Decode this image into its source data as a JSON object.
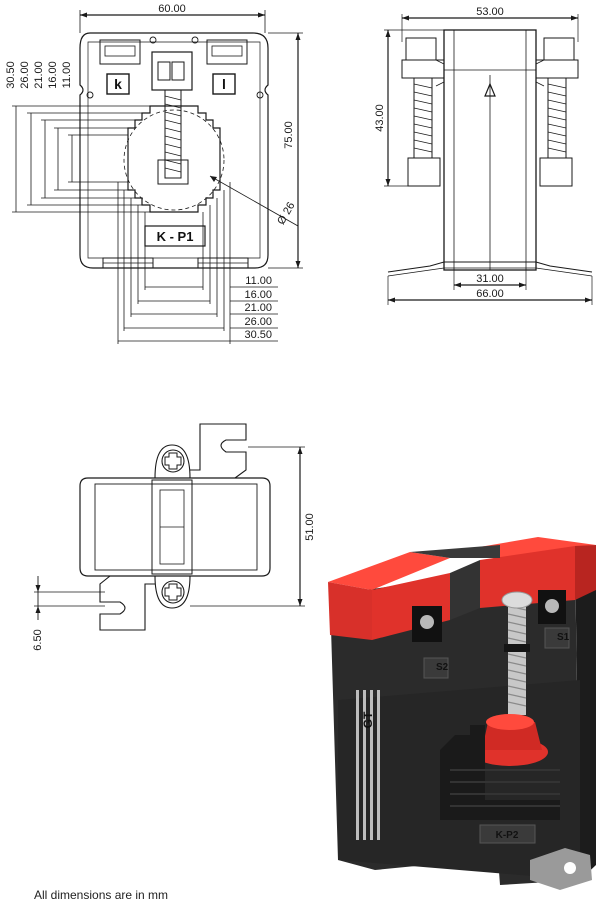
{
  "front_view": {
    "width_label": "60.00",
    "height_label": "75.00",
    "diameter_label": "Ø 26",
    "terminal_left": "k",
    "terminal_right": "l",
    "marking": "K - P1",
    "left_dims": [
      "30.50",
      "26.00",
      "21.00",
      "16.00",
      "11.00"
    ],
    "bottom_dims": [
      "11.00",
      "16.00",
      "21.00",
      "26.00",
      "30.50"
    ]
  },
  "side_view": {
    "top_width_label": "53.00",
    "height_label": "43.00",
    "inner_width_label": "31.00",
    "base_width_label": "66.00"
  },
  "top_view": {
    "height_label": "51.00",
    "offset_label": "6.50"
  },
  "photo": {
    "terminal_marks": [
      "S2",
      "S1"
    ],
    "body_marking": "K-P2",
    "brand": "GT"
  },
  "caption": "All dimensions are in mm",
  "colors": {
    "line": "#1a1a1a",
    "housing": "#2b2b2b",
    "cover_red": "#e0322b",
    "thread": "#c8c8c8"
  }
}
